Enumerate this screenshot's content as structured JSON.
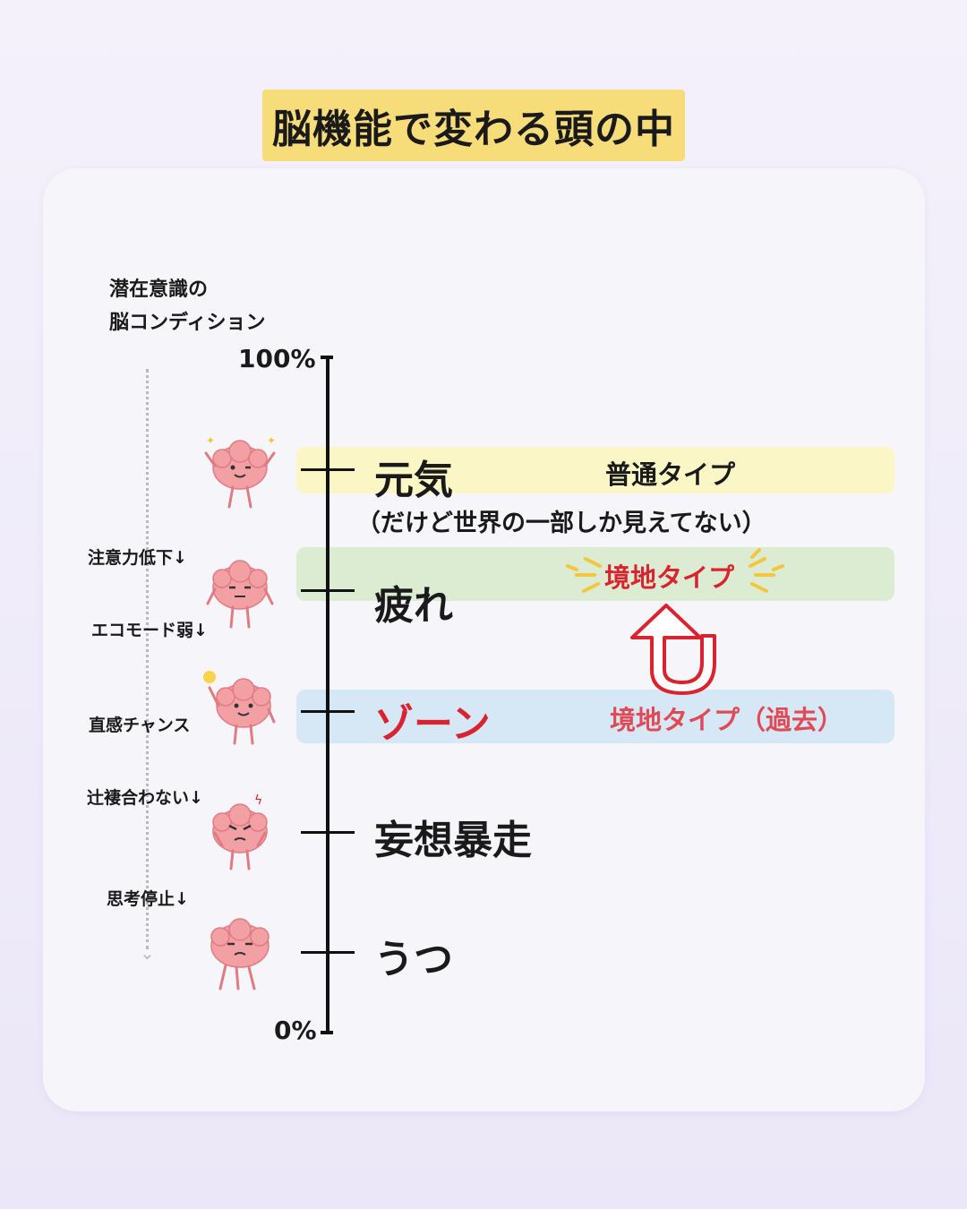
{
  "title": "脳機能で変わる頭の中",
  "axis": {
    "caption_line1": "潜在意識の",
    "caption_line2": "脳コンディション",
    "top_label": "100%",
    "bottom_label": "0%"
  },
  "levels": {
    "genki": "元気",
    "genki_note": "（だけど世界の一部しか見えてない）",
    "tsukare": "疲れ",
    "zone": "ゾーン",
    "mousou": "妄想暴走",
    "utsu": "うつ"
  },
  "bands": {
    "yellow_label": "普通タイプ",
    "green_label": "境地タイプ",
    "blue_label": "境地タイプ（過去）"
  },
  "side_notes": {
    "attention": "注意力低下↓",
    "eco": "エコモード弱↓",
    "intuition": "直感チャンス",
    "consistency": "辻褄合わない↓",
    "thinking": "思考停止↓"
  },
  "colors": {
    "title_bg": "#f7dc7a",
    "yellow_band": "#faf6c6",
    "green_band": "#dcecd3",
    "blue_band": "#d6e8f6",
    "red_accent": "#d9232e",
    "brain_pink": "#f3a0a4"
  },
  "icons": [
    "brain-happy-icon",
    "brain-tired-icon",
    "brain-idea-icon",
    "brain-angry-icon",
    "brain-sad-icon",
    "up-arrow-icon"
  ]
}
